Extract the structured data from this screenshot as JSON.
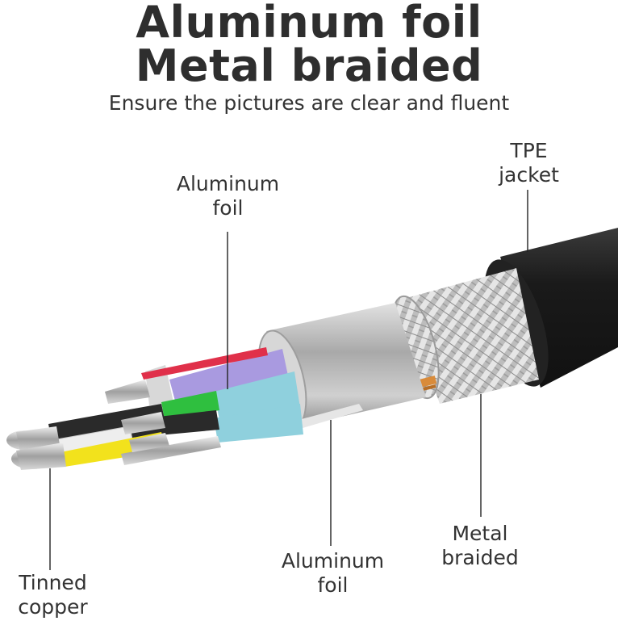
{
  "heading": {
    "line1": "Aluminum foil",
    "line2": "Metal braided",
    "subtitle": "Ensure the pictures are clear and fluent"
  },
  "labels": {
    "aluminum_foil_top": [
      "Aluminum",
      "foil"
    ],
    "tpe_jacket": [
      "TPE",
      "jacket"
    ],
    "metal_braided": [
      "Metal",
      "braided"
    ],
    "aluminum_foil_bottom": [
      "Aluminum",
      "foil"
    ],
    "tinned_copper": [
      "Tinned",
      "copper"
    ]
  },
  "colors": {
    "jacket": "#1e1e1e",
    "braid": "#c9c9c9",
    "foil": "#b8b8b8",
    "wire_purple": "#a99ae0",
    "wire_cyan": "#8fd0dd",
    "wire_green": "#2fbf3f",
    "wire_yellow": "#f2e21c",
    "wire_red": "#e0304a",
    "wire_black": "#2a2a2a",
    "wire_white": "#eeeeee",
    "copper": "#d98b3a"
  }
}
